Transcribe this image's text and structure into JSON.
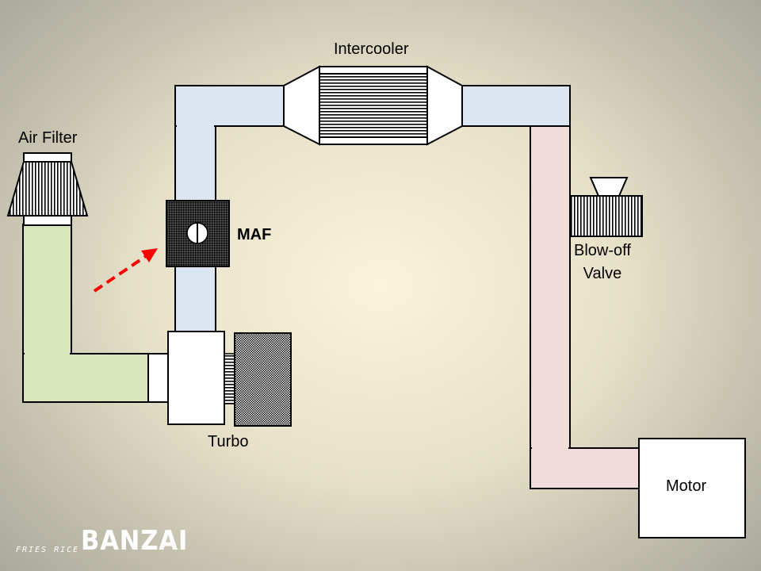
{
  "labels": {
    "intercooler": "Intercooler",
    "air_filter": "Air Filter",
    "maf": "MAF",
    "blowoff_line1": "Blow-off",
    "blowoff_line2": "Valve",
    "turbo": "Turbo",
    "motor": "Motor"
  },
  "branding": {
    "small": "FRIES RICE",
    "big": "BANZAI"
  },
  "colors": {
    "intake_pipe": "#d8e4bc",
    "charge_pipe": "#dce6f2",
    "boost_pipe": "#f2dcdb",
    "arrow": "#ff0000"
  },
  "icons": {
    "maf_sensor": "circle-half-icon",
    "arrow": "dashed-arrow-icon"
  }
}
